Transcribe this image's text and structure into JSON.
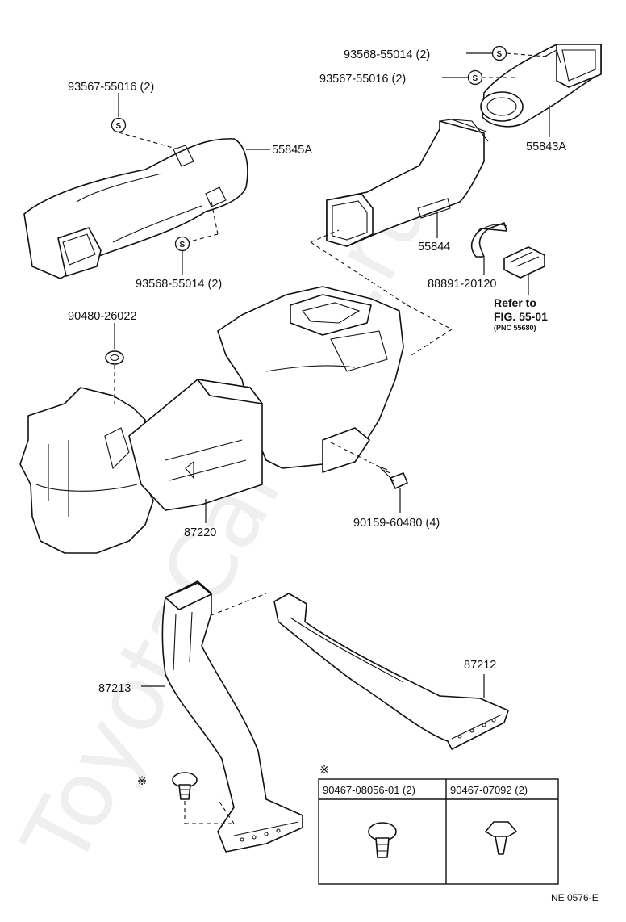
{
  "watermark": "ToyotaCarFine.ru",
  "footer_code": "NE 0576-E",
  "reference_note": {
    "line1": "Refer to",
    "line2": "FIG. 55-01",
    "line3": "(PNC 55680)"
  },
  "part_labels": {
    "p93568_55014_top": "93568-55014 (2)",
    "p93567_55016_top": "93567-55016 (2)",
    "p93567_55016_left": "93567-55016 (2)",
    "p55845A": "55845A",
    "p55843A": "55843A",
    "p55844": "55844",
    "p93568_55014_left": "93568-55014 (2)",
    "p88891_20120": "88891-20120",
    "p90480_26022": "90480-26022",
    "p87220": "87220",
    "p90159_60480": "90159-60480 (4)",
    "p87213": "87213",
    "p87212": "87212"
  },
  "marks": {
    "s_symbol": "S",
    "note_mark": "※"
  },
  "clip_table": {
    "col1": "90467-08056-01 (2)",
    "col2": "90467-07092 (2)"
  }
}
